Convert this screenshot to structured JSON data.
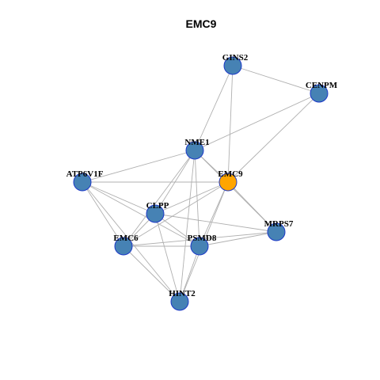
{
  "title": "EMC9",
  "colors": {
    "node_default": "#4682b4",
    "node_highlight": "#ffa500",
    "node_border": "#1c39c8",
    "edge": "#b0b0b0"
  },
  "network": {
    "nodes": [
      {
        "id": "GINS2",
        "label": "GINS2",
        "highlight": false
      },
      {
        "id": "CENPM",
        "label": "CENPM",
        "highlight": false
      },
      {
        "id": "NME1",
        "label": "NME1",
        "highlight": false
      },
      {
        "id": "ATP6V1F",
        "label": "ATP6V1F",
        "highlight": false
      },
      {
        "id": "EMC9",
        "label": "EMC9",
        "highlight": true
      },
      {
        "id": "CLPP",
        "label": "CLPP",
        "highlight": false
      },
      {
        "id": "MRPS7",
        "label": "MRPS7",
        "highlight": false
      },
      {
        "id": "EMC6",
        "label": "EMC6",
        "highlight": false
      },
      {
        "id": "PSMD8",
        "label": "PSMD8",
        "highlight": false
      },
      {
        "id": "HINT2",
        "label": "HINT2",
        "highlight": false
      }
    ],
    "edges": [
      [
        "GINS2",
        "CENPM"
      ],
      [
        "GINS2",
        "NME1"
      ],
      [
        "GINS2",
        "EMC9"
      ],
      [
        "CENPM",
        "NME1"
      ],
      [
        "CENPM",
        "EMC9"
      ],
      [
        "NME1",
        "ATP6V1F"
      ],
      [
        "NME1",
        "EMC9"
      ],
      [
        "NME1",
        "CLPP"
      ],
      [
        "NME1",
        "EMC6"
      ],
      [
        "NME1",
        "PSMD8"
      ],
      [
        "NME1",
        "HINT2"
      ],
      [
        "NME1",
        "MRPS7"
      ],
      [
        "ATP6V1F",
        "EMC9"
      ],
      [
        "ATP6V1F",
        "CLPP"
      ],
      [
        "ATP6V1F",
        "EMC6"
      ],
      [
        "ATP6V1F",
        "PSMD8"
      ],
      [
        "ATP6V1F",
        "HINT2"
      ],
      [
        "EMC9",
        "CLPP"
      ],
      [
        "EMC9",
        "MRPS7"
      ],
      [
        "EMC9",
        "EMC6"
      ],
      [
        "EMC9",
        "PSMD8"
      ],
      [
        "EMC9",
        "HINT2"
      ],
      [
        "CLPP",
        "MRPS7"
      ],
      [
        "CLPP",
        "EMC6"
      ],
      [
        "CLPP",
        "PSMD8"
      ],
      [
        "CLPP",
        "HINT2"
      ],
      [
        "MRPS7",
        "EMC6"
      ],
      [
        "MRPS7",
        "PSMD8"
      ],
      [
        "EMC6",
        "PSMD8"
      ],
      [
        "EMC6",
        "HINT2"
      ],
      [
        "PSMD8",
        "HINT2"
      ]
    ]
  }
}
